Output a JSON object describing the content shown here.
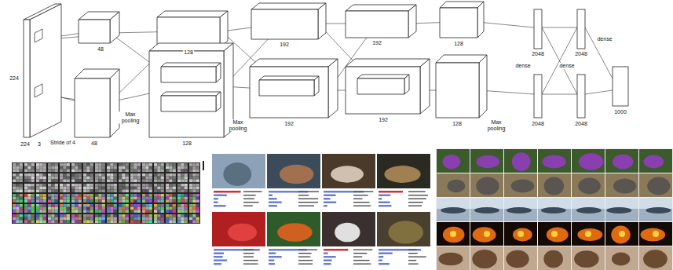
{
  "diagram": {
    "labels": [
      "224",
      "224",
      "3",
      "Stride of 4",
      "48",
      "48",
      "Max pooling",
      "128",
      "128",
      "Max pooling",
      "192",
      "192",
      "192",
      "192",
      "128",
      "128",
      "Max pooling",
      "2048",
      "2048",
      "2048",
      "2048",
      "dense",
      "dense",
      "dense",
      "1000"
    ]
  }
}
